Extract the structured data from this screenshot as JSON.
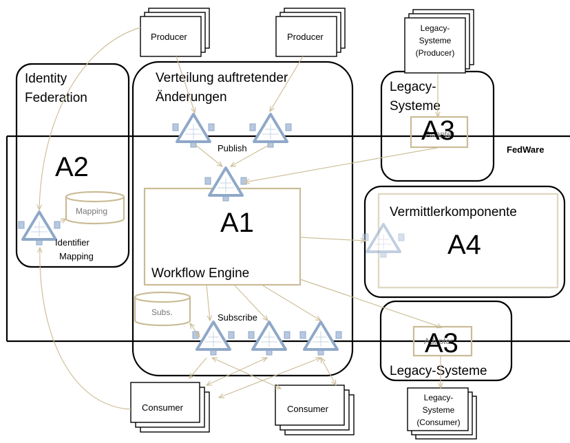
{
  "labels": {
    "fedware": "FedWare",
    "identity_title_1": "Identity",
    "identity_title_2": "Federation",
    "a2": "A2",
    "mapping_db": "Mapping",
    "identifier_1": "Identifier",
    "identifier_2": "Mapping",
    "verteilung_1": "Verteilung auftretender",
    "verteilung_2": "Änderungen",
    "publish": "Publish",
    "a1": "A1",
    "workflow_engine": "Workflow Engine",
    "subs_db": "Subs.",
    "subscribe": "Subscribe",
    "legacy_top_1": "Legacy-",
    "legacy_top_2": "Systeme",
    "a3_top": "A3",
    "adapter_top": "Adapter",
    "vermittler": "Vermittlerkomponente",
    "a4": "A4",
    "a3_bottom": "A3",
    "adapter_bottom": "Adapter",
    "legacy_bottom": "Legacy-Systeme"
  },
  "producers": {
    "producer_1": "Producer",
    "producer_2": "Producer",
    "legacy_producer_1": "Legacy-",
    "legacy_producer_2": "Systeme",
    "legacy_producer_3": "(Producer)"
  },
  "consumers": {
    "consumer_1": "Consumer",
    "consumer_2": "Consumer",
    "legacy_consumer_1": "Legacy-",
    "legacy_consumer_2": "Systeme",
    "legacy_consumer_3": "(Consumer)"
  },
  "colors": {
    "frame": "#000000",
    "tan": "#c9bb95",
    "arrow": "#cdbf9a",
    "node_fill": "#c5d3e6",
    "node_stroke": "#8fa8c8"
  },
  "icons": [
    "publish-node-icon",
    "subscribe-node-icon",
    "database-icon"
  ]
}
